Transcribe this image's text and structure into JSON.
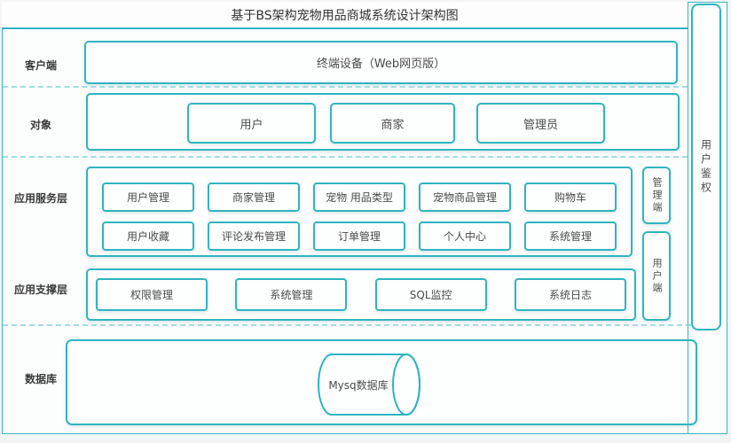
{
  "title": "基于BS架构宠物用品商城系统设计架构图",
  "colors": {
    "accent": "#2fb4c1",
    "dashed": "#9edde2"
  },
  "rows": {
    "client": {
      "label": "客户端",
      "device": "终端设备（Web网页版）"
    },
    "objects": {
      "label": "对象",
      "items": [
        "用户",
        "商家",
        "管理员"
      ]
    },
    "service": {
      "label": "应用服务层",
      "row1": [
        "用户管理",
        "商家管理",
        "宠物 用品类型",
        "宠物商品管理",
        "购物车"
      ],
      "row2": [
        "用户收藏",
        "评论发布管理",
        "订单管理",
        "个人中心",
        "系统管理"
      ]
    },
    "support": {
      "label": "应用支撑层",
      "items": [
        "权限管理",
        "系统管理",
        "SQL监控",
        "系统日志"
      ]
    },
    "database": {
      "label": "数据库",
      "cylinder": "Mysq数据库"
    }
  },
  "gutters": {
    "admin_channel": "管理端",
    "user_channel": "用户端",
    "auth": "用户鉴权"
  }
}
